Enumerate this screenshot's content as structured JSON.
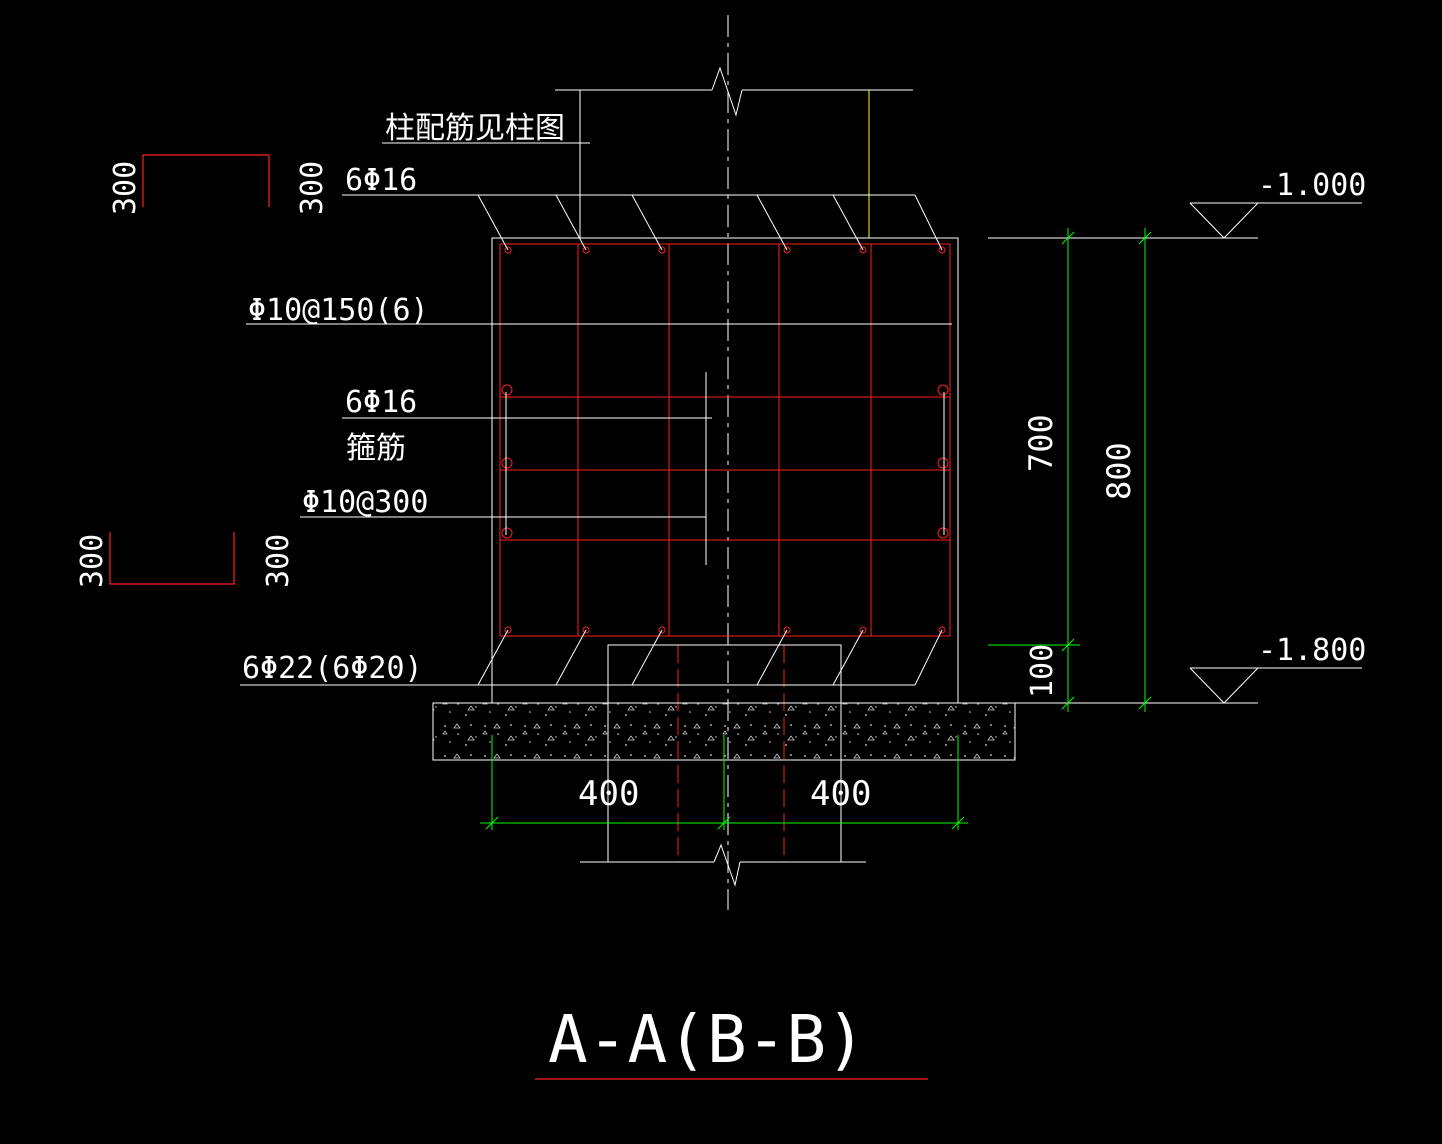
{
  "drawing": {
    "title": "A-A(B-B)",
    "colors": {
      "background": "#000000",
      "outline": "#ffffff",
      "rebar": "#ff2020",
      "dimension": "#00ff00",
      "column_line": "#ffff00"
    }
  },
  "labels": {
    "column_note": "柱配筋见柱图",
    "top_bars": "6Φ16",
    "stirrup_spec": "Φ10@150(6)",
    "mid_bars": "6Φ16",
    "tie_label": "箍筋",
    "tie_spec": "Φ10@300",
    "bottom_bars": "6Φ22(6Φ20)"
  },
  "elevations": {
    "top": "-1.000",
    "bottom": "-1.800"
  },
  "dimensions": {
    "height_inner": "700",
    "height_total": "800",
    "cover": "100",
    "width_left": "400",
    "width_right": "400"
  },
  "bar_details": {
    "top_left": "300",
    "top_right": "300",
    "bottom_left": "300",
    "bottom_right": "300"
  }
}
